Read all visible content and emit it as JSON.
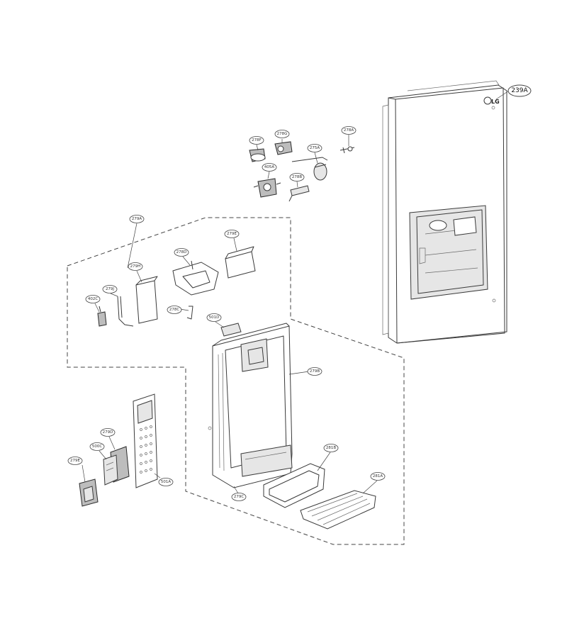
{
  "diagram": {
    "logo_text": "LG",
    "callouts": {
      "c239A": "239A",
      "c278F": "278F",
      "c278G": "278G",
      "c278A": "278A",
      "c275A": "275A",
      "c405A": "405A",
      "c278B": "278B",
      "c279A": "279A",
      "c279E_top": "279E",
      "c278D": "278D",
      "c279H": "279H",
      "c279J": "279J",
      "c402C": "402C",
      "c278C": "278C",
      "c501D": "501D",
      "c279B": "279B",
      "c279D": "279D",
      "c500C": "500C",
      "c279E_left": "279E",
      "c501A": "501A",
      "c281B": "281B",
      "c281A": "281A",
      "c279C": "279C"
    }
  }
}
